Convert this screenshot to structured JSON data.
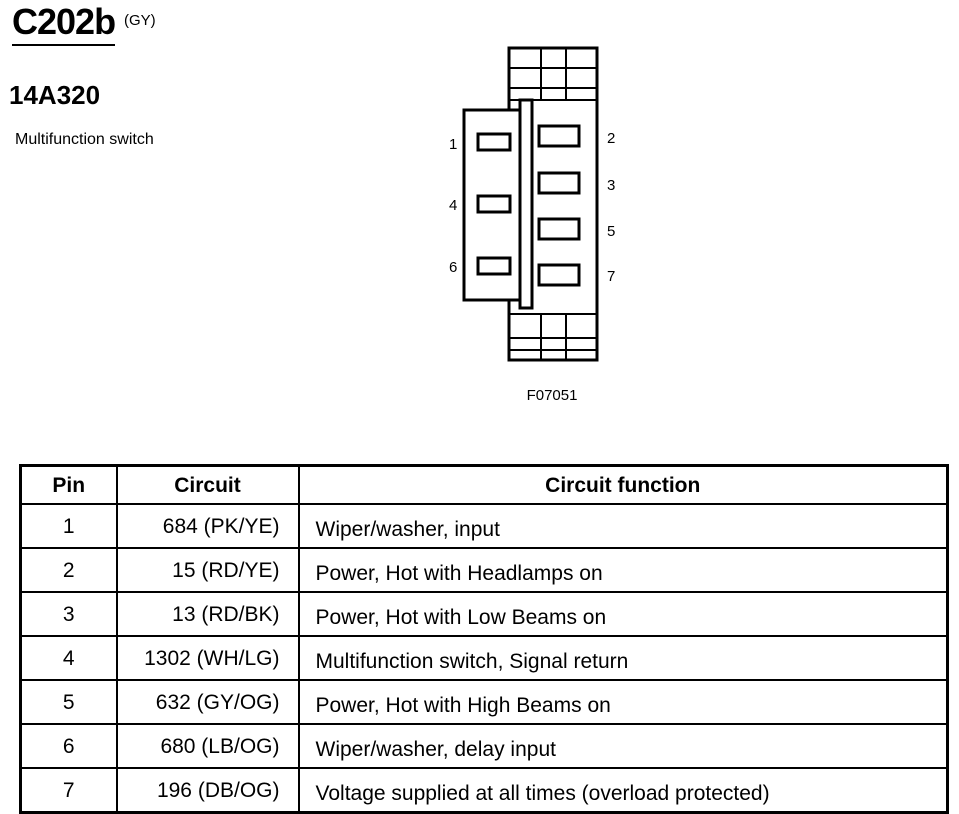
{
  "connector": {
    "id": "C202b",
    "color": "(GY)",
    "part_number": "14A320",
    "component": "Multifunction switch",
    "figure_id": "F07051"
  },
  "pins_left": [
    "1",
    "4",
    "6"
  ],
  "pins_right": [
    "2",
    "3",
    "5",
    "7"
  ],
  "table": {
    "headers": [
      "Pin",
      "Circuit",
      "Circuit function"
    ],
    "rows": [
      {
        "pin": "1",
        "circuit": "684 (PK/YE)",
        "function": "Wiper/washer, input"
      },
      {
        "pin": "2",
        "circuit": "15 (RD/YE)",
        "function": "Power, Hot with Headlamps on"
      },
      {
        "pin": "3",
        "circuit": "13 (RD/BK)",
        "function": "Power, Hot with Low Beams on"
      },
      {
        "pin": "4",
        "circuit": "1302 (WH/LG)",
        "function": "Multifunction switch, Signal return"
      },
      {
        "pin": "5",
        "circuit": "632 (GY/OG)",
        "function": "Power, Hot with High Beams on"
      },
      {
        "pin": "6",
        "circuit": "680 (LB/OG)",
        "function": "Wiper/washer, delay input"
      },
      {
        "pin": "7",
        "circuit": "196 (DB/OG)",
        "function": "Voltage supplied at all times (overload protected)"
      }
    ]
  }
}
